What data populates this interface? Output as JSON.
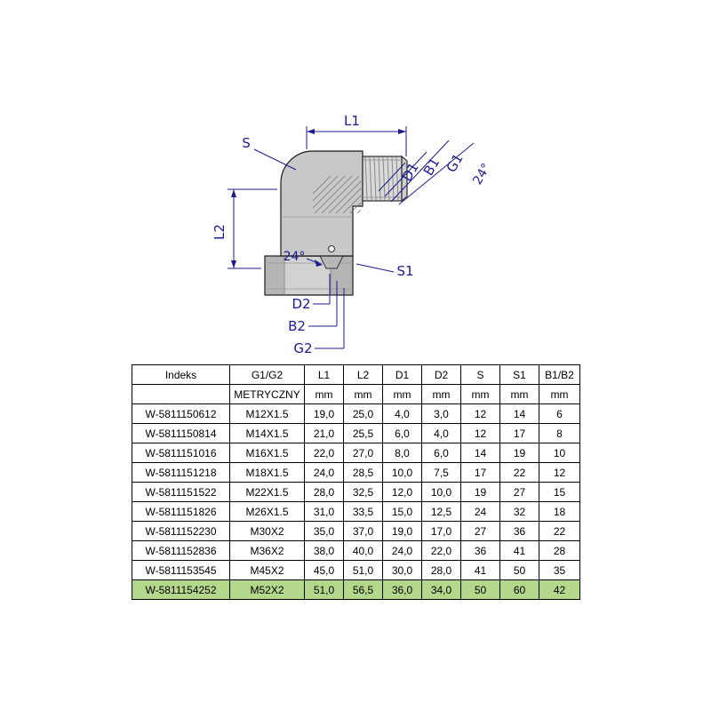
{
  "diagram": {
    "label_color": "#1c1c8f",
    "labels": {
      "l1": "L1",
      "s": "S",
      "l2": "L2",
      "d1": "D1",
      "b1": "B1",
      "g1": "G1",
      "angle_top": "24°",
      "angle_bottom": "24°",
      "s1": "S1",
      "d2": "D2",
      "b2": "B2",
      "g2": "G2"
    }
  },
  "table": {
    "headers": [
      "Indeks",
      "G1/G2",
      "L1",
      "L2",
      "D1",
      "D2",
      "S",
      "S1",
      "B1/B2"
    ],
    "subheaders": [
      "",
      "METRYCZNY",
      "mm",
      "mm",
      "mm",
      "mm",
      "mm",
      "mm",
      "mm"
    ],
    "rows": [
      [
        "W-5811150612",
        "M12X1.5",
        "19,0",
        "25,0",
        "4,0",
        "3,0",
        "12",
        "14",
        "6"
      ],
      [
        "W-5811150814",
        "M14X1.5",
        "21,0",
        "25,5",
        "6,0",
        "4,0",
        "12",
        "17",
        "8"
      ],
      [
        "W-5811151016",
        "M16X1.5",
        "22,0",
        "27,0",
        "8,0",
        "6,0",
        "14",
        "19",
        "10"
      ],
      [
        "W-5811151218",
        "M18X1.5",
        "24,0",
        "28,5",
        "10,0",
        "7,5",
        "17",
        "22",
        "12"
      ],
      [
        "W-5811151522",
        "M22X1.5",
        "28,0",
        "32,5",
        "12,0",
        "10,0",
        "19",
        "27",
        "15"
      ],
      [
        "W-5811151826",
        "M26X1.5",
        "31,0",
        "33,5",
        "15,0",
        "12,5",
        "24",
        "32",
        "18"
      ],
      [
        "W-5811152230",
        "M30X2",
        "35,0",
        "37,0",
        "19,0",
        "17,0",
        "27",
        "36",
        "22"
      ],
      [
        "W-5811152836",
        "M36X2",
        "38,0",
        "40,0",
        "24,0",
        "22,0",
        "36",
        "41",
        "28"
      ],
      [
        "W-5811153545",
        "M45X2",
        "45,0",
        "51,0",
        "30,0",
        "28,0",
        "41",
        "50",
        "35"
      ],
      [
        "W-5811154252",
        "M52X2",
        "51,0",
        "56,5",
        "36,0",
        "34,0",
        "50",
        "60",
        "42"
      ]
    ],
    "highlighted_row": 9,
    "highlight_color": "#b4d88b"
  }
}
